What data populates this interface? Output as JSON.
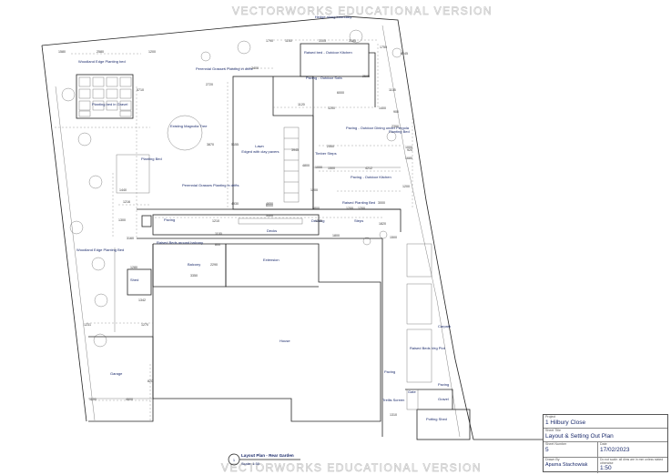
{
  "watermark": {
    "top": "VECTORWORKS EDUCATIONAL VERSION",
    "bottom": "VECTORWORKS EDUCATIONAL VERSION"
  },
  "drawing_title": {
    "number": "1",
    "name": "Layout Plan - Rear Garden",
    "scale": "Scale: 1:50"
  },
  "labels": {
    "hedge": "Hedge along boundary",
    "woodland_edge_top": "Woodland Edge Planting bed",
    "raised_bed_ne": "Raised bed - Outdoor Kitchen",
    "planting_bed_nw": "Planting bed in Gravel",
    "paving_outdoor_sofa": "Paving - Outdoor Sofa",
    "perennial_grasses_top": "Perennial Grasses Planting in drifts",
    "existing_magnolia": "Existing Magnolia Tree",
    "lawn": "Lawn",
    "lawn_sub": "Edged with clay pavers",
    "paving_dining": "Paving - Outdoor Dining under Pergola",
    "planting_bed_right": "Planting Bed",
    "timber_steps": "Timber Steps",
    "paving_kitchen": "Paving - Outdoor Kitchen",
    "planting_bed_left": "Planting Bed",
    "perennial_grasses_mid": "Perennial Grasses Planting in drifts",
    "paving": "Paving",
    "raised_planting_bed": "Raised Planting Bed",
    "steps": "Steps",
    "decking": "Decking",
    "decks": "Decks",
    "woodland_edge_mid": "Woodland Edge Planting Bed",
    "raised_beds_around": "Raised Beds around balcony",
    "balcony": "Balcony",
    "extension": "Extension",
    "shed": "Shed",
    "house": "House",
    "garage": "Garage",
    "paving_right": "Paving",
    "carpark": "Carpark",
    "raised_beds_veg": "Raised Beds Veg Plot",
    "trellis_screen": "Trellis Screen",
    "gate": "Gate",
    "gravel": "Gravel",
    "potting_shed": "Potting Shed",
    "paving_bottom": "Paving"
  },
  "dims": [
    "1580",
    "2580",
    "1200",
    "5710",
    "1790",
    "1150",
    "3105",
    "3185",
    "2595",
    "1750",
    "6245",
    "1105",
    "6000",
    "3400",
    "2720",
    "1120",
    "1200",
    "2300",
    "1400",
    "1000",
    "2550",
    "3945",
    "1680",
    "1500",
    "4212",
    "4650",
    "4800",
    "1200",
    "3870",
    "1216",
    "3400",
    "1200",
    "1200",
    "1300",
    "1280",
    "3160",
    "1210",
    "2290",
    "1100",
    "3350",
    "1245",
    "1800",
    "4930",
    "1342",
    "1231",
    "1270",
    "4600",
    "1100",
    "1500",
    "920",
    "1200",
    "900",
    "820",
    "3000",
    "5155",
    "1820",
    "1440",
    "6000",
    "1000",
    "800",
    "3800",
    "1310"
  ],
  "title_block": {
    "project_caption": "Project",
    "project": "1 Hilbury Close",
    "sheet_title_caption": "Sheet Title",
    "sheet_title": "Layout & Setting Out Plan",
    "sheet_number_caption": "Sheet Number",
    "sheet_number": "5",
    "date_caption": "Date",
    "date": "17/02/2023",
    "drawn_by_caption": "Drawn By",
    "drawn_by": "Aparna Stachowiak",
    "scale_note": "Do not scale: all dims are in mm unless stated otherwise",
    "scale": "1:50"
  }
}
